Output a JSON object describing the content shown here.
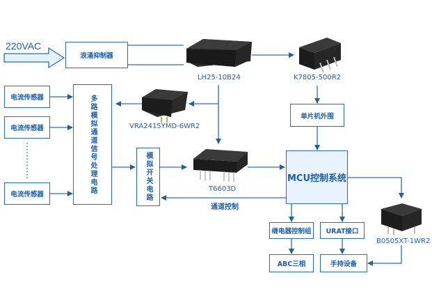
{
  "diagram": {
    "input": {
      "label": "220VAC"
    },
    "blocks": {
      "surge_suppressor": "浪涌抑制器",
      "sensor_1": "电流传感器",
      "sensor_2": "电流传感器",
      "sensor_n": "电流传感器",
      "multi_channel": "多路模拟通道信号处理电路",
      "analog_switch": "模拟开关电路",
      "mcu_peripheral": "单片机外围",
      "mcu": "MCU控制系统",
      "relay_group": "继电器控制组",
      "uart": "URAT接口",
      "abc_phase": "ABC三相",
      "handheld": "手持设备"
    },
    "modules": {
      "lh25": "LH25-10B24",
      "k7805": "K7805-500R2",
      "vra2415": "VRA2415YMD-6WR2",
      "t6603d": "T6603D",
      "b0505": "B0505XT-1WR2"
    },
    "edge_labels": {
      "channel_control": "通道控制"
    },
    "colors": {
      "line": "#2b6cb0",
      "text": "#1f5fa8",
      "mcu_fill": "#e8f3fc",
      "arrow_fill": "#e3f1fb"
    }
  }
}
